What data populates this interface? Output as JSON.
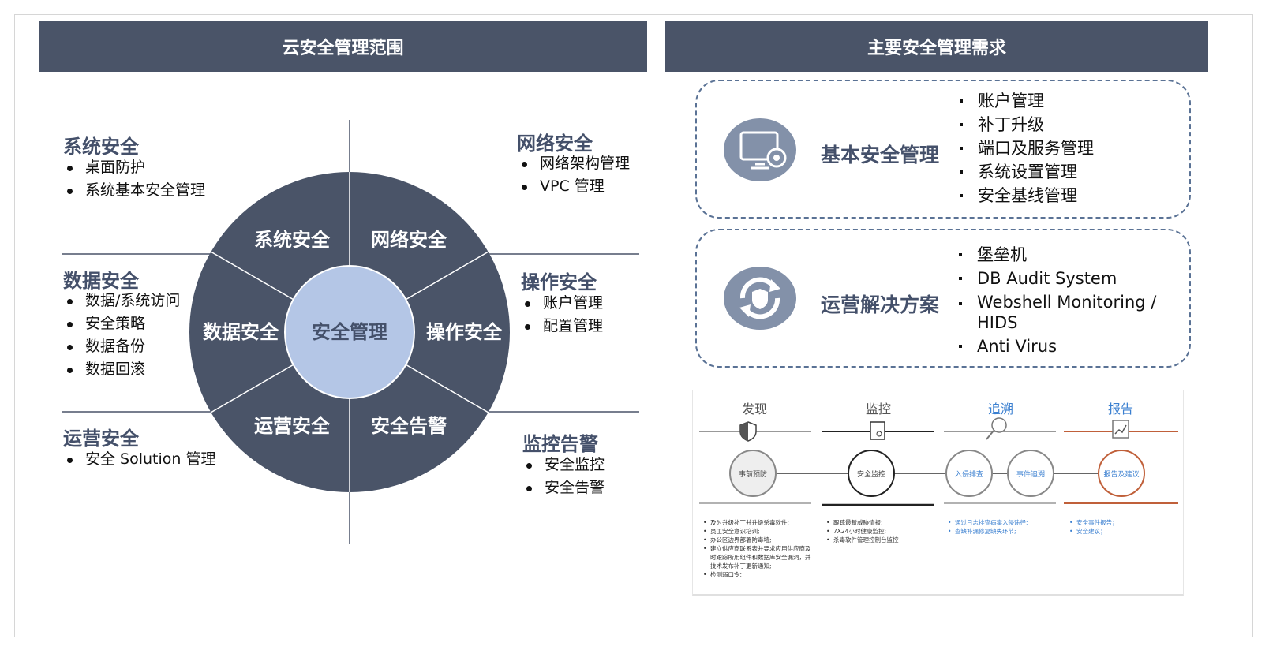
{
  "left_panel": {
    "title": "云安全管理范围",
    "center_label": "安全管理",
    "segments": [
      "系统安全",
      "网络安全",
      "操作安全",
      "安全告警",
      "运营安全",
      "数据安全"
    ],
    "categories": [
      {
        "title": "系统安全",
        "items": [
          "桌面防护",
          "系统基本安全管理"
        ]
      },
      {
        "title": "网络安全",
        "items": [
          "网络架构管理",
          "VPC 管理"
        ]
      },
      {
        "title": "数据安全",
        "items": [
          "数据/系统访问",
          "安全策略",
          "数据备份",
          "数据回滚"
        ]
      },
      {
        "title": "操作安全",
        "items": [
          "账户管理",
          "配置管理"
        ]
      },
      {
        "title": "运营安全",
        "items": [
          "安全 Solution 管理"
        ]
      },
      {
        "title": "监控告警",
        "items": [
          "安全监控",
          "安全告警"
        ]
      }
    ]
  },
  "right_panel": {
    "title": "主要安全管理需求",
    "boxes": [
      {
        "title": "基本安全管理",
        "icon": "monitor-settings-icon",
        "items": [
          "账户管理",
          "补丁升级",
          "端口及服务管理",
          "系统设置管理",
          "安全基线管理"
        ]
      },
      {
        "title": "运营解决方案",
        "icon": "shield-refresh-icon",
        "items": [
          "堡垒机",
          "DB Audit System",
          "Webshell Monitoring / HIDS",
          "Anti Virus"
        ]
      }
    ],
    "process": {
      "stages": [
        {
          "title": "发现",
          "color": "#555555",
          "circles": [
            "事前预防"
          ],
          "items": [
            "及时升级补丁并升级杀毒软件;",
            "员工安全意识培训;",
            "办公区边界部署防毒墙;",
            "建立供应商联系表并要求应用供应商及时跟踪所用组件和数据库安全漏洞，并技术发布补丁更新通知;",
            "检测弱口令;"
          ]
        },
        {
          "title": "监控",
          "color": "#555555",
          "circles": [
            "安全监控"
          ],
          "items": [
            "跟踪最新威胁情报;",
            "7X24小时健康监控;",
            "杀毒软件管理控制台监控"
          ]
        },
        {
          "title": "追溯",
          "color": "#3a7fd0",
          "circles": [
            "入侵排查",
            "事件追溯"
          ],
          "items": [
            "通过日志排查病毒入侵途径;",
            "查缺补漏修复缺失环节;"
          ]
        },
        {
          "title": "报告",
          "color": "#3a7fd0",
          "circles": [
            "报告及建议"
          ],
          "items": [
            "安全事件报告；",
            "安全建议；"
          ]
        }
      ]
    }
  }
}
